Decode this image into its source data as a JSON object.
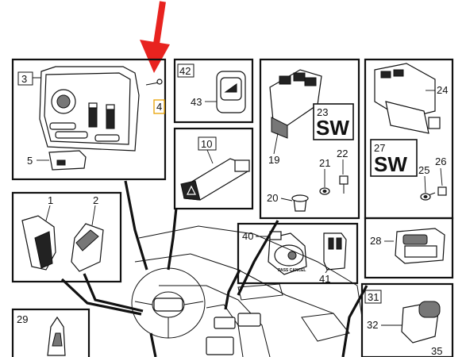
{
  "diagram": {
    "labels": {
      "p1": "1",
      "p2": "2",
      "p3": "3",
      "p4": "4",
      "p5": "5",
      "p10": "10",
      "p19": "19",
      "p20": "20",
      "p21": "21",
      "p22": "22",
      "p23": "23",
      "p24": "24",
      "p25": "25",
      "p26": "26",
      "p27": "27",
      "p28": "28",
      "p29": "29",
      "p31": "31",
      "p32": "32",
      "p35": "35",
      "p40": "40",
      "p41": "41",
      "p42": "42",
      "p43": "43"
    },
    "sw_top": "SW",
    "sw_right": "SW",
    "knob_text": "PASS CANCEL"
  },
  "colors": {
    "arrow": "#e8231f",
    "part4_box": "#e8a000",
    "line": "#111111"
  }
}
